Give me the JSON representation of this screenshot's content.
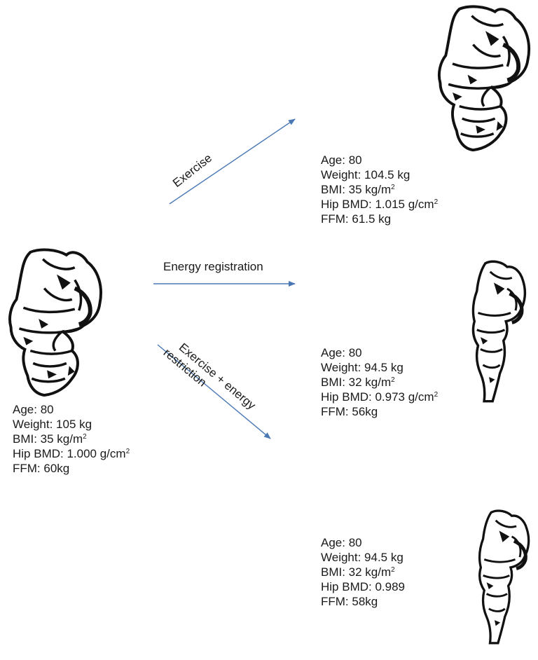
{
  "arrows": [
    {
      "label": "Exercise"
    },
    {
      "label": "Energy registration"
    },
    {
      "label_line1": "Exercise + energy",
      "label_line2": "restriction"
    }
  ],
  "figures": {
    "baseline": {
      "age": "Age: 80",
      "weight": "Weight: 105 kg",
      "bmi": "BMI: 35 kg/m",
      "bmi_sup": "2",
      "hip_bmd": "Hip BMD: 1.000 g/cm",
      "hip_bmd_sup": "2",
      "ffm": "FFM: 60kg"
    },
    "exercise": {
      "age": "Age: 80",
      "weight": "Weight: 104.5 kg",
      "bmi": "BMI: 35 kg/m",
      "bmi_sup": "2",
      "hip_bmd": "Hip BMD: 1.015 g/cm",
      "hip_bmd_sup": "2",
      "ffm": "FFM: 61.5 kg"
    },
    "energy": {
      "age": "Age: 80",
      "weight": "Weight: 94.5 kg",
      "bmi": "BMI: 32 kg/m",
      "bmi_sup": "2",
      "hip_bmd": "Hip BMD: 0.973 g/cm",
      "hip_bmd_sup": "2",
      "ffm": "FFM: 56kg"
    },
    "combined": {
      "age": "Age: 80",
      "weight": "Weight: 94.5 kg",
      "bmi": "BMI: 32 kg/m",
      "bmi_sup": "2",
      "hip_bmd": "Hip BMD: 0.989",
      "ffm": "FFM: 58kg"
    }
  },
  "colors": {
    "arrow": "#4a78b5",
    "ink": "#111111"
  }
}
